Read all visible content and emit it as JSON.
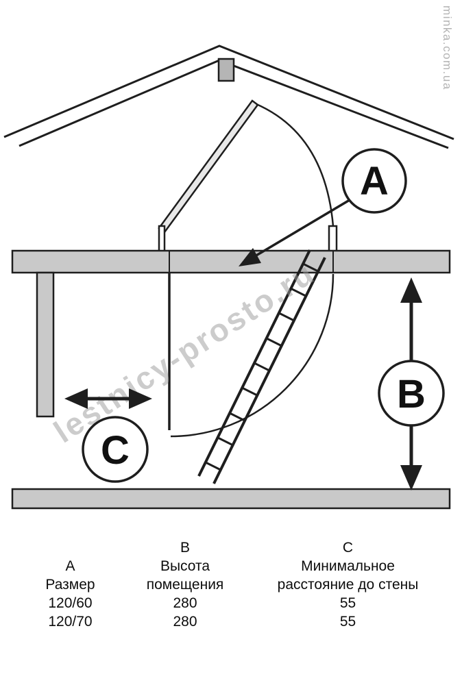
{
  "watermarks": {
    "vertical_site": "minka.com.ua",
    "diagonal_site": "lestnicy-prosto.ru"
  },
  "diagram": {
    "label_a": "A",
    "label_b": "B",
    "label_c": "C",
    "colors": {
      "line": "#1e1e1e",
      "fill_gray": "#c9c9c9",
      "watermark_gray": "#9a9a9a"
    }
  },
  "table": {
    "rows": [
      [
        "",
        "B",
        "C"
      ],
      [
        "A",
        "Высота",
        "Минимальное"
      ],
      [
        "Размер",
        "помещения",
        "расстояние до стены"
      ],
      [
        "120/60",
        "280",
        "55"
      ],
      [
        "120/70",
        "280",
        "55"
      ]
    ]
  }
}
